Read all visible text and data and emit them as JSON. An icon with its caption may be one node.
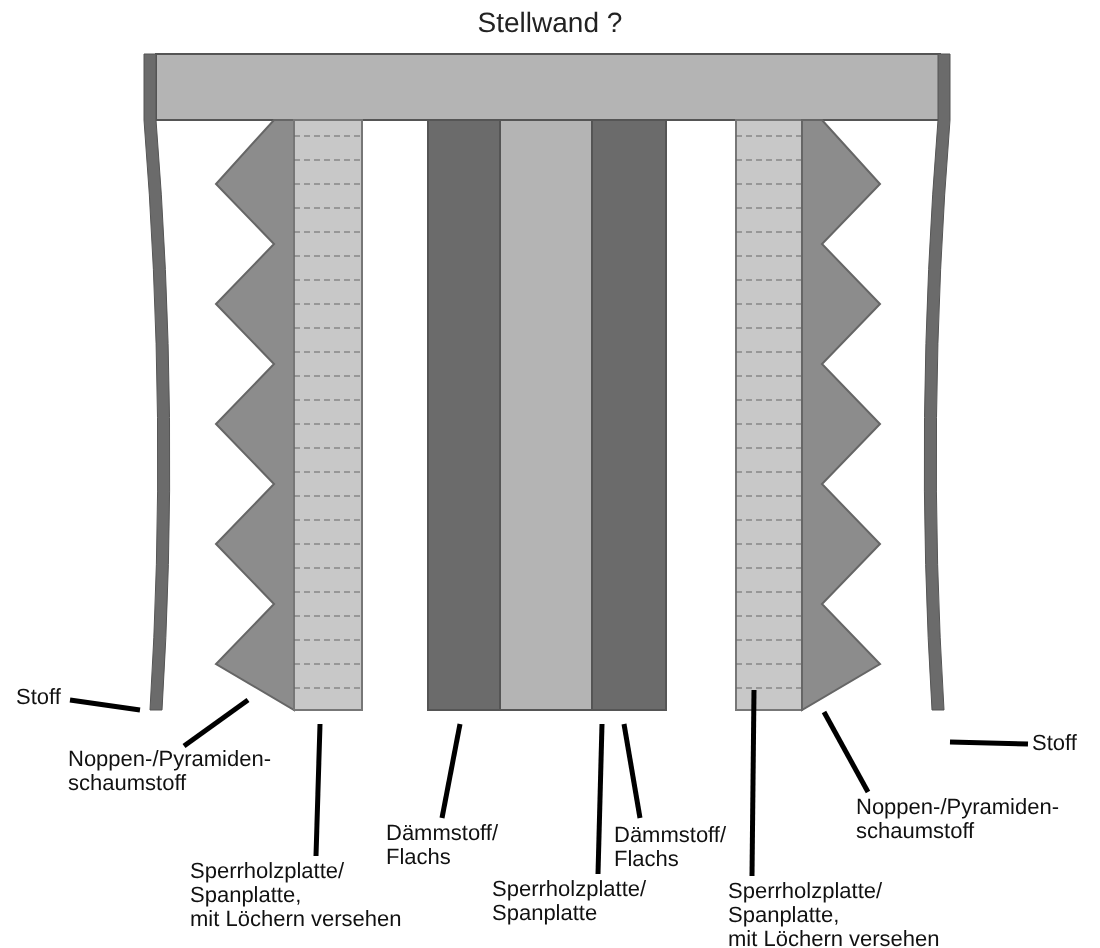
{
  "diagram": {
    "title": "Stellwand ?",
    "nodes": [
      {
        "text": [
          "Stoff"
        ]
      },
      {
        "text": [
          "Noppen-/Pyramiden- schaumstoff"
        ]
      },
      {
        "text": [
          "Sperrholzplatte/ Spanplatte, mit Löchern versehen"
        ]
      },
      {
        "text": [
          "Dämmstoff/ Flachs"
        ]
      },
      {
        "text": [
          "Sperrholzplatte/ Spanplatte"
        ]
      },
      {
        "text": [
          "Dämmstoff/ Flachs"
        ]
      },
      {
        "text": [
          "Sperrholzplatte/ Spanplatte, mit Löchern versehen"
        ]
      },
      {
        "text": [
          "Noppen-/Pyramiden- schaumstoff"
        ]
      },
      {
        "text": [
          "Stoff"
        ]
      },
      {
        "text": [],
        "shape": "bar"
      },
      {
        "text": [],
        "shape": "bar"
      },
      {
        "text": [],
        "shape": "box"
      },
      {
        "text": [],
        "shape": "bar"
      },
      {
        "text": [],
        "shape": "bar"
      },
      {
        "text": [],
        "shape": "bar"
      },
      {
        "text": [],
        "shape": "bar"
      },
      {
        "text": [],
        "shape": "bar"
      },
      {
        "text": [],
        "shape": "box"
      },
      {
        "text": [],
        "shape": "bar"
      }
    ],
    "edges": [
      {
        "from": 0,
        "to": 10,
        "arrow": "none"
      },
      {
        "from": 1,
        "to": 11,
        "arrow": "none"
      },
      {
        "from": 2,
        "to": 12,
        "arrow": "none"
      },
      {
        "from": 3,
        "to": 13,
        "arrow": "none"
      },
      {
        "from": 4,
        "to": 14,
        "arrow": "none"
      },
      {
        "from": 5,
        "to": 15,
        "arrow": "none"
      },
      {
        "from": 6,
        "to": 16,
        "arrow": "none"
      },
      {
        "from": 7,
        "to": 17,
        "arrow": "none"
      },
      {
        "from": 8,
        "to": 18,
        "arrow": "none"
      }
    ]
  }
}
